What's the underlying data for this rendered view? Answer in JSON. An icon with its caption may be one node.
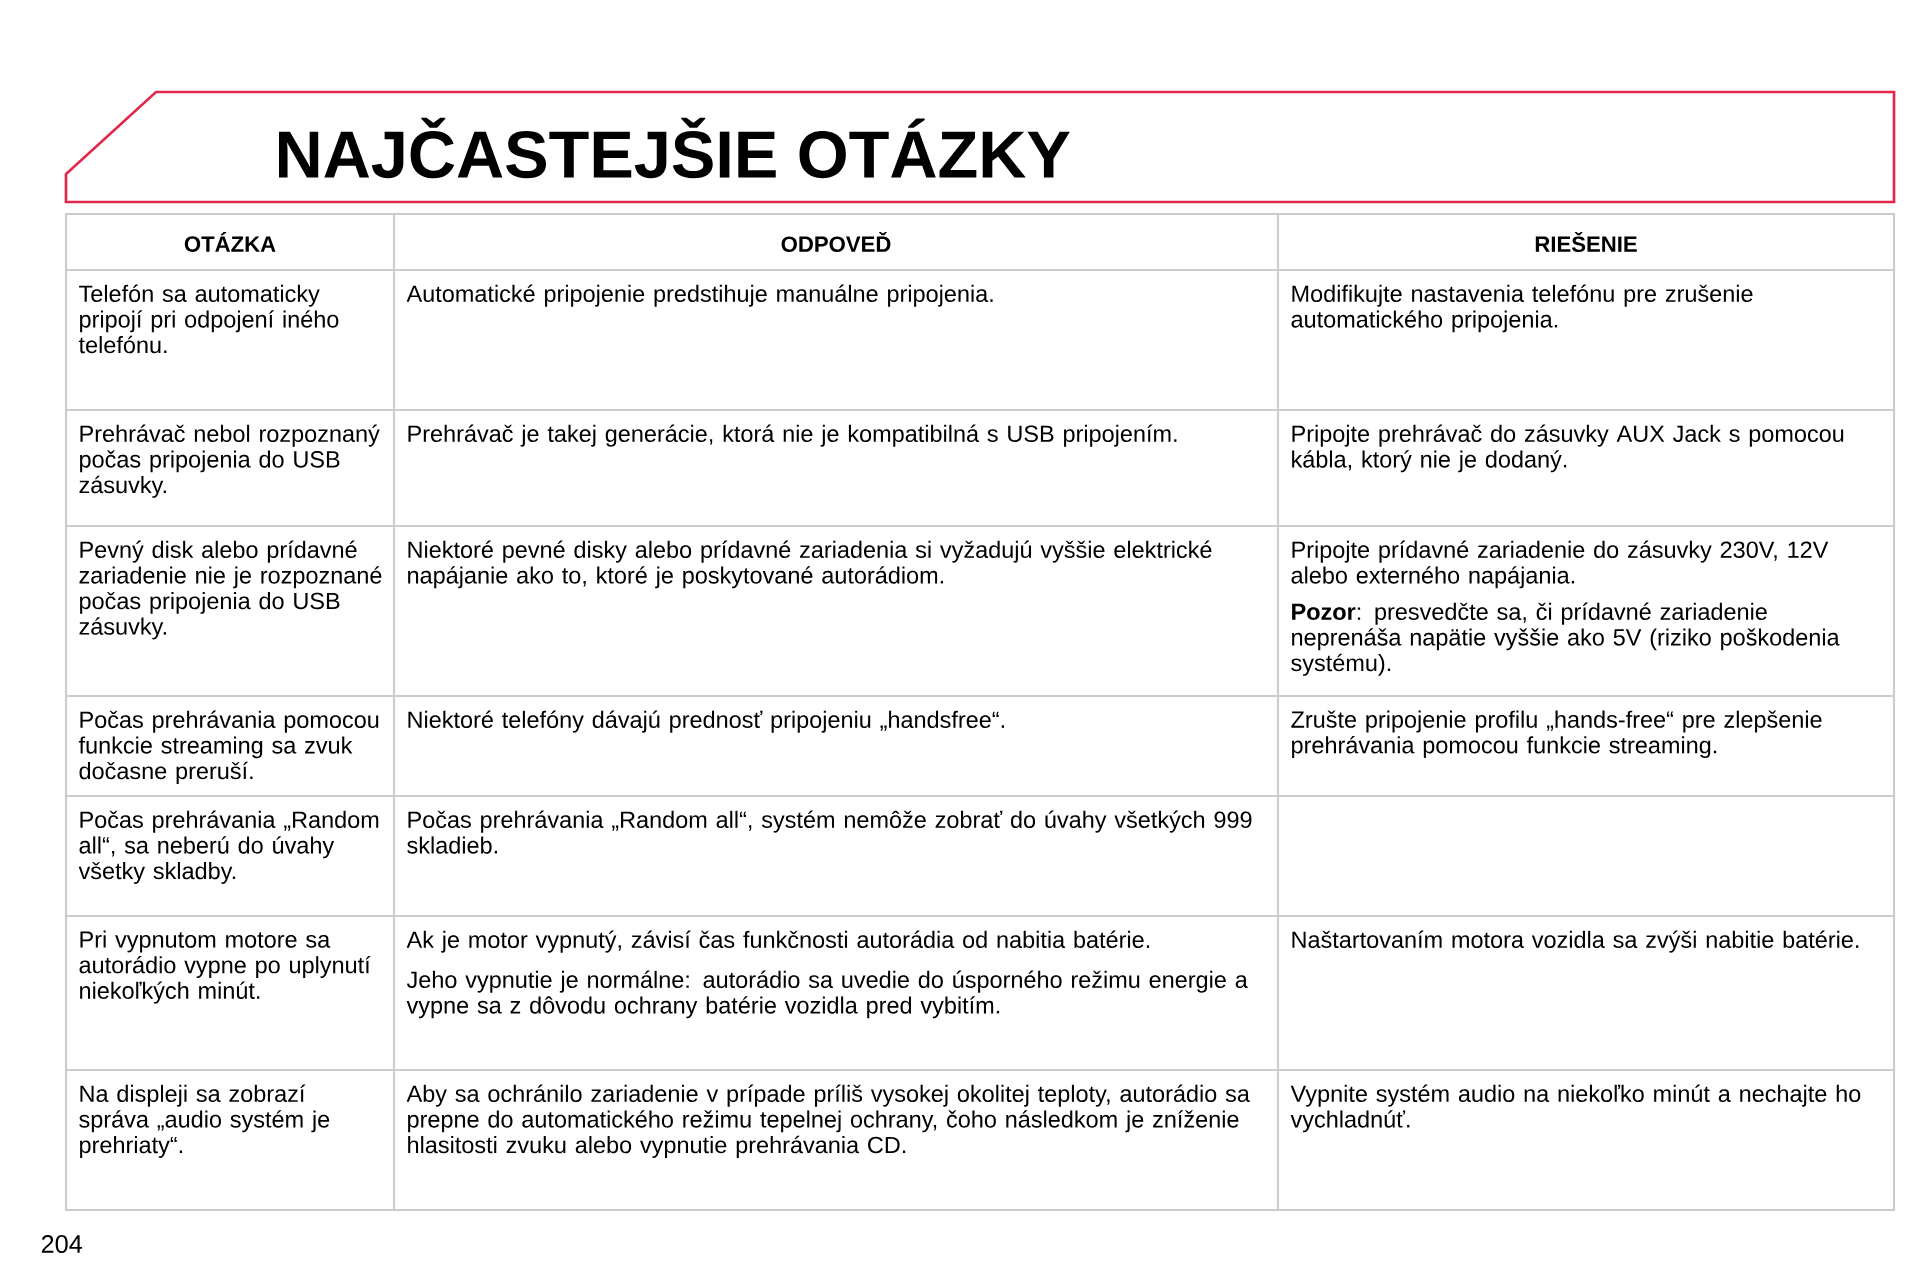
{
  "diagram": {
    "title": "NAJČASTEJŠIE OTÁZKY",
    "labels": [
      "OTÁZKA",
      "ODPOVEĎ",
      "RIEŠENIE",
      "Telefón sa automaticky pripojí pri odpojení iného telefónu.",
      "Automatické pripojenie predstihuje manuálne pripojenia.",
      "Modifikujte nastavenia telefónu pre zrušenie automatického pripojenia.",
      "Prehrávač nebol rozpoznaný počas pripojenia do USB zásuvky.",
      "Prehrávač je takej generácie, ktorá nie je kompatibilná s USB pripojením.",
      "Pripojte prehrávač do zásuvky AUX Jack s pomocou kábla, ktorý nie je dodaný.",
      "Pevný disk alebo prídavné zariadenie nie je rozpoznané počas pripojenia do USB zásuvky.",
      "Niektoré pevné disky alebo prídavné zariadenia si vyžadujú vyššie elektrické napájanie ako to, ktoré je poskytované autorádiom.",
      "Pripojte prídavné zariadenie do zásuvky 230V, 12V alebo externého napájania.",
      "**Pozor**: presvedčte sa, či prídavné zariadenie neprenáša napätie vyššie ako 5V (riziko poškodenia systému).",
      "Počas prehrávania pomocou funkcie streaming sa zvuk dočasne preruší.",
      "Niektoré telefóny dávajú prednosť pripojeniu „handsfree“.",
      "Zrušte pripojenie profilu „hands-free“ pre zlepšenie prehrávania pomocou funkcie streaming.",
      "Počas prehrávania „Random all“, sa neberú do úvahy všetky skladby.",
      "Počas prehrávania „Random all“, systém nemôže zobrať do úvahy všetkých 999 skladieb.",
      "Pri vypnutom motore sa autorádio vypne po uplynutí niekoľkých minút.",
      "Ak je motor vypnutý, závisí čas funkčnosti autorádia od nabitia batérie.",
      "Jeho vypnutie je normálne: autorádio sa uvedie do úsporného režimu energie a vypne sa z dôvodu ochrany batérie vozidla pred vybitím.",
      "Naštartovaním motora vozidla sa zvýši nabitie batérie.",
      "Na displeji sa zobrazí správa „audio systém je prehriaty“.",
      "Aby sa ochránilo zariadenie v prípade príliš vysokej okolitej teploty, autorádio sa prepne do automatického režimu tepelnej ochrany, čoho následkom je zníženie hlasitosti zvuku alebo vypnutie prehrávania CD.",
      "Vypnite systém audio na niekoľko minút a nechajte ho vychladnúť.",
      "204"
    ]
  }
}
